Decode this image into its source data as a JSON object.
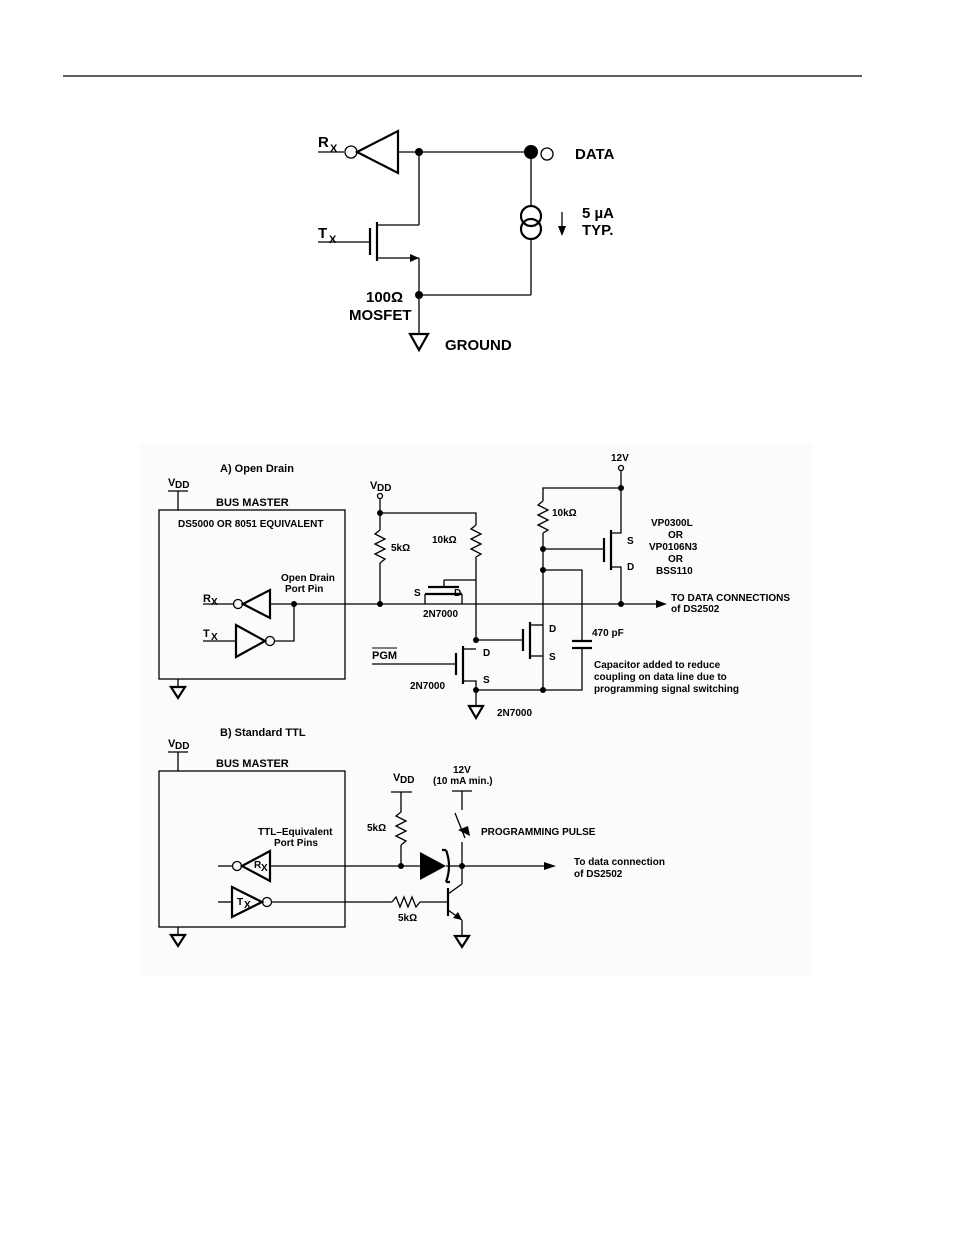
{
  "fig1": {
    "rx": "R",
    "rx_sub": "X",
    "tx": "T",
    "tx_sub": "X",
    "data": "DATA",
    "current": "5 µA",
    "typ": "TYP.",
    "mosfet_r": "100Ω",
    "mosfet": "MOSFET",
    "ground": "GROUND"
  },
  "fig2a": {
    "title": "A)  Open Drain",
    "vdd": "V",
    "vdd_sub": "DD",
    "bus_master": "BUS MASTER",
    "ds5000": "DS5000 OR 8051 EQUIVALENT",
    "open_drain1": "Open Drain",
    "open_drain2": "Port Pin",
    "rx": "R",
    "rx_sub": "X",
    "tx": "T",
    "tx_sub": "X",
    "vdd2": "V",
    "vdd2_sub": "DD",
    "r5k": "5kΩ",
    "r10k_a": "10kΩ",
    "r10k_b": "10kΩ",
    "v12": "12V",
    "pmos1": "VP0300L",
    "pmos2": "OR",
    "pmos3": "VP0106N3",
    "pmos4": "OR",
    "pmos5": "BSS110",
    "s": "S",
    "d": "D",
    "q_top_s": "S",
    "q_top_d": "D",
    "q_top": "2N7000",
    "to_data1": "TO DATA CONNECTIONS",
    "to_data2": "of DS2502",
    "cap": "470 pF",
    "q_mid_d": "D",
    "q_mid_s": "S",
    "pgm": "PGM",
    "q_low": "2N7000",
    "q_low_d": "D",
    "q_low_s": "S",
    "q_bot": "2N7000",
    "note1": "Capacitor added to reduce",
    "note2": "coupling on data line due to",
    "note3": "programming signal switching"
  },
  "fig2b": {
    "title": "B)  Standard TTL",
    "vdd": "V",
    "vdd_sub": "DD",
    "bus_master": "BUS MASTER",
    "ttl1": "TTL–Equivalent",
    "ttl2": "Port Pins",
    "rx": "R",
    "rx_sub": "X",
    "tx": "T",
    "tx_sub": "X",
    "vdd2": "V",
    "vdd2_sub": "DD",
    "r5k_a": "5kΩ",
    "r5k_b": "5kΩ",
    "v12": "12V",
    "ma": "(10 mA min.)",
    "pulse": "PROGRAMMING PULSE",
    "to_data1": "To data connection",
    "to_data2": "of DS2502"
  }
}
